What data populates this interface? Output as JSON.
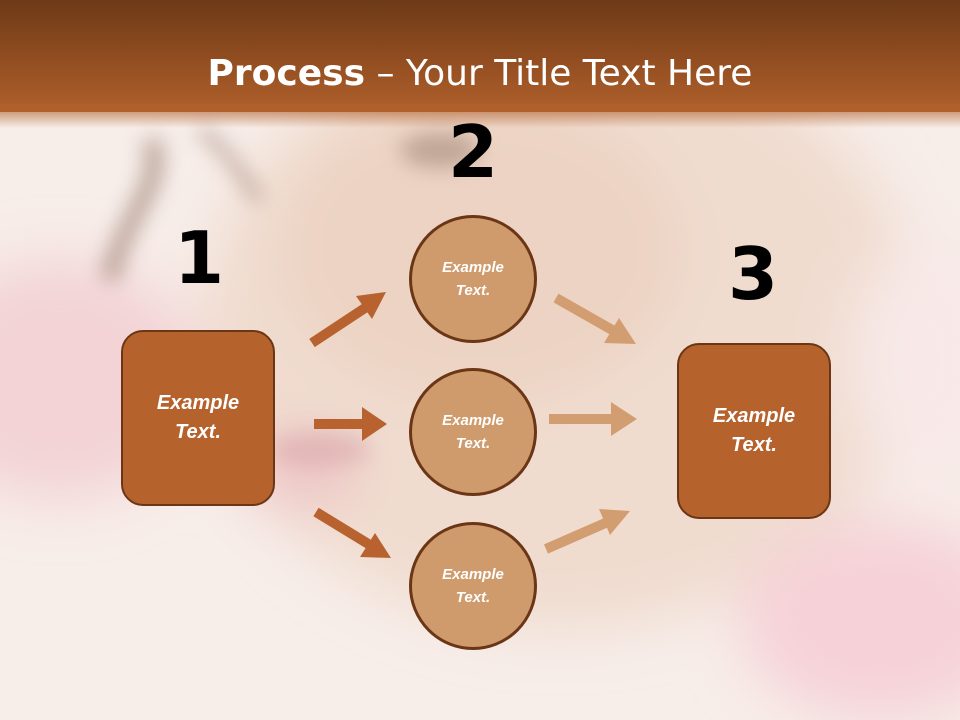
{
  "title": {
    "bold": "Process",
    "rest": " – Your Title Text Here"
  },
  "steps": {
    "one": "1",
    "two": "2",
    "three": "3"
  },
  "nodes": {
    "left_box": "Example Text.",
    "circle_top": "Example Text.",
    "circle_middle": "Example Text.",
    "circle_bottom": "Example Text.",
    "right_box": "Example Text."
  },
  "colors": {
    "header": "#8c4a1f",
    "box_fill": "#b5622d",
    "circle_fill": "#cf9a6c",
    "outline": "#6b3615",
    "arrow_dark": "#b8632f",
    "arrow_light": "#d39d72"
  }
}
